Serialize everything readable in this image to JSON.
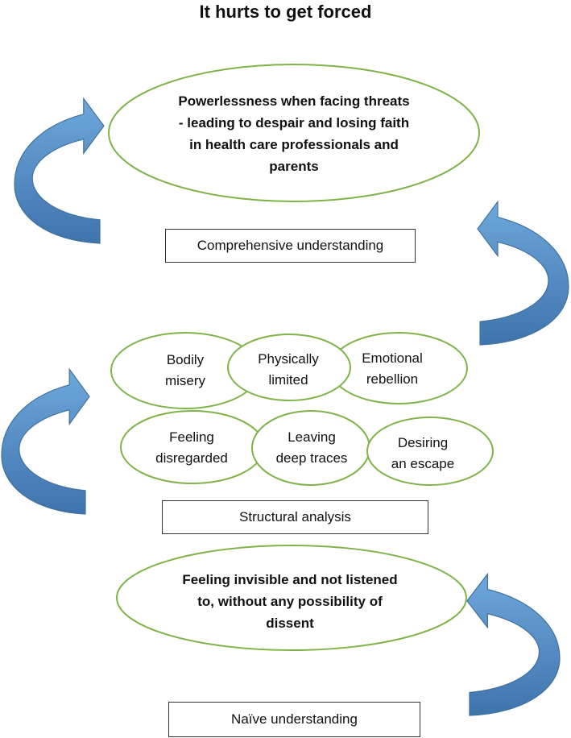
{
  "title": "It hurts to get forced",
  "levels": {
    "comprehensive": {
      "theme": "Powerlessness when facing threats - leading to despair and losing faith in health care professionals and parents",
      "theme_lines": [
        "Powerlessness when facing threats",
        "- leading to despair and losing faith",
        "in health care professionals and",
        "parents"
      ],
      "label": "Comprehensive understanding"
    },
    "structural": {
      "themes": [
        {
          "lines": [
            "Bodily",
            "misery"
          ]
        },
        {
          "lines": [
            "Physically",
            "limited"
          ]
        },
        {
          "lines": [
            "Emotional",
            "rebellion"
          ]
        },
        {
          "lines": [
            "Feeling",
            "disregarded"
          ]
        },
        {
          "lines": [
            "Leaving",
            "deep traces"
          ]
        },
        {
          "lines": [
            "Desiring",
            "an escape"
          ]
        }
      ],
      "label": "Structural analysis"
    },
    "naive": {
      "theme_lines": [
        "Feeling invisible and not listened",
        "to, without any possibility of",
        "dissent"
      ],
      "label": "Naïve understanding"
    }
  },
  "colors": {
    "ellipse_stroke": "#7fb34a",
    "arrow_light": "#5b9bd5",
    "arrow_dark": "#3c6fa8",
    "arrow_outline": "#41719c"
  }
}
